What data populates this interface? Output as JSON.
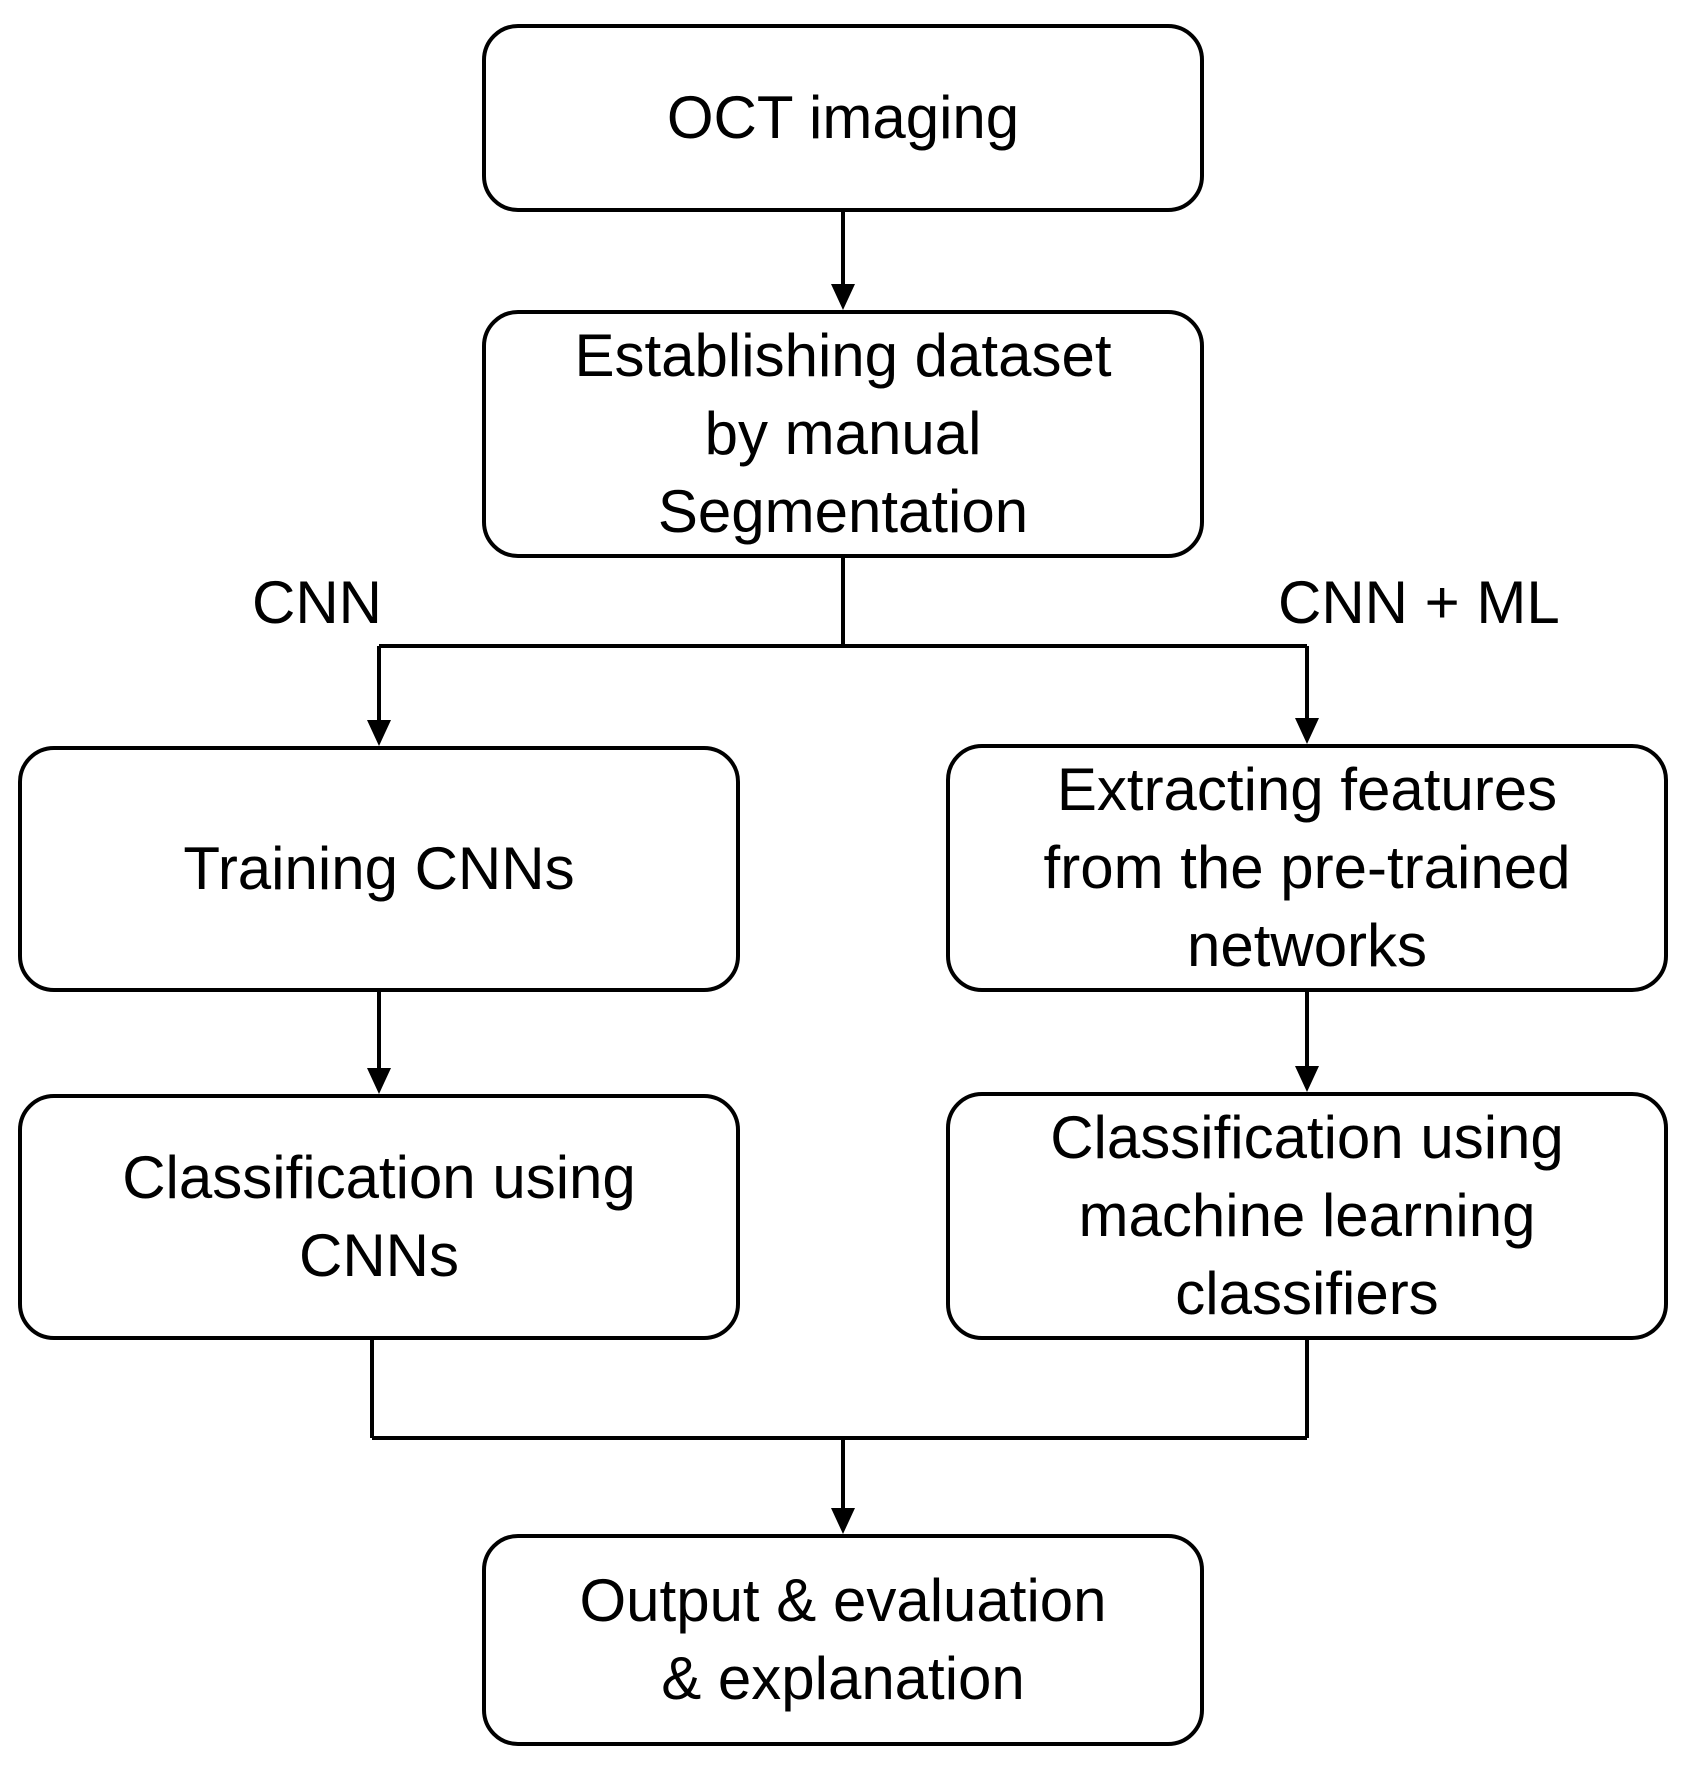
{
  "diagram": {
    "nodes": [
      {
        "id": "oct",
        "label": "OCT imaging"
      },
      {
        "id": "dataset",
        "label": "Establishing dataset\nby manual\nSegmentation"
      },
      {
        "id": "train",
        "label": "Training CNNs"
      },
      {
        "id": "extract",
        "label": "Extracting features\nfrom the pre-trained\nnetworks"
      },
      {
        "id": "classcnn",
        "label": "Classification using\nCNNs"
      },
      {
        "id": "classml",
        "label": "Classification using\nmachine learning\nclassifiers"
      },
      {
        "id": "output",
        "label": "Output & evaluation\n& explanation"
      }
    ],
    "branch_labels": {
      "left": "CNN",
      "right": "CNN + ML"
    },
    "edges": [
      {
        "from": "oct",
        "to": "dataset"
      },
      {
        "from": "dataset",
        "to": "train",
        "label": "CNN"
      },
      {
        "from": "dataset",
        "to": "extract",
        "label": "CNN + ML"
      },
      {
        "from": "train",
        "to": "classcnn"
      },
      {
        "from": "extract",
        "to": "classml"
      },
      {
        "from": "classcnn",
        "to": "output"
      },
      {
        "from": "classml",
        "to": "output"
      }
    ]
  }
}
